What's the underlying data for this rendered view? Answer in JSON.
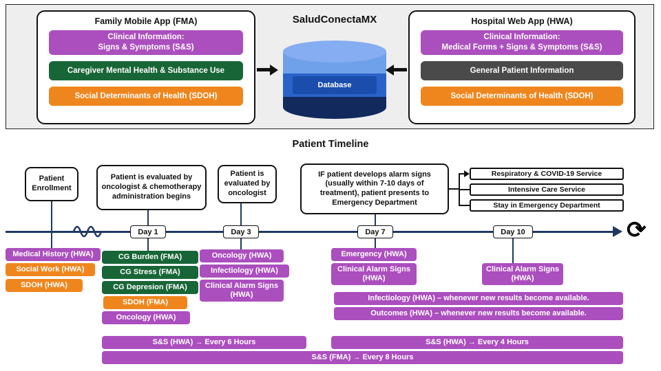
{
  "architecture": {
    "title": "SaludConectaMX",
    "database_label": "Database",
    "fma": {
      "title": "Family Mobile App (FMA)",
      "items": [
        "Clinical Information:\nSigns & Symptoms (S&S)",
        "Caregiver Mental Health & Substance Use",
        "Social Determinants of Health (SDOH)"
      ]
    },
    "hwa": {
      "title": "Hospital Web App (HWA)",
      "items": [
        "Clinical Information:\nMedical Forms + Signs & Symptoms (S&S)",
        "General Patient Information",
        "Social Determinants of Health (SDOH)"
      ]
    }
  },
  "timeline": {
    "title": "Patient Timeline",
    "milestones": {
      "enrollment": "Patient Enrollment",
      "day1": "Patient is evaluated by oncologist & chemotherapy administration begins",
      "day3": "Patient is evaluated by oncologist",
      "day7": "IF patient develops alarm signs (usually within 7-10 days of treatment), patient presents to Emergency Department"
    },
    "outcomes": [
      "Respiratory & COVID-19 Service",
      "Intensive Care Service",
      "Stay in Emergency Department"
    ],
    "day_markers": [
      "Day 1",
      "Day 3",
      "Day 7",
      "Day 10"
    ],
    "bars": {
      "enrollment": [
        "Medical History (HWA)",
        "Social Work (HWA)",
        "SDOH (HWA)"
      ],
      "day1": [
        "CG Burden (FMA)",
        "CG Stress (FMA)",
        "CG Depresion (FMA)",
        "SDOH (FMA)",
        "Oncology (HWA)"
      ],
      "day3": [
        "Oncology (HWA)",
        "Infectiology (HWA)",
        "Clinical Alarm Signs (HWA)"
      ],
      "day7": [
        "Emergency (HWA)",
        "Clinical Alarm Signs (HWA)"
      ],
      "day10": [
        "Clinical Alarm Signs (HWA)"
      ],
      "continuous": [
        "Infectiology (HWA) – whenever new results become available.",
        "Outcomes (HWA) – whenever new results become available.",
        "S&S (HWA) → Every 6 Hours",
        "S&S (HWA) → Every 4 Hours",
        "S&S (FMA) → Every 8 Hours"
      ]
    }
  },
  "colors": {
    "purple": "#AB4FBE",
    "green": "#186637",
    "orange": "#EF861D",
    "dark_gray": "#4A4A4A",
    "navy": "#1F3864",
    "db_light_blue": "#86ADF1",
    "db_mid_blue": "#2A62C8",
    "db_dark_blue": "#12295E"
  }
}
